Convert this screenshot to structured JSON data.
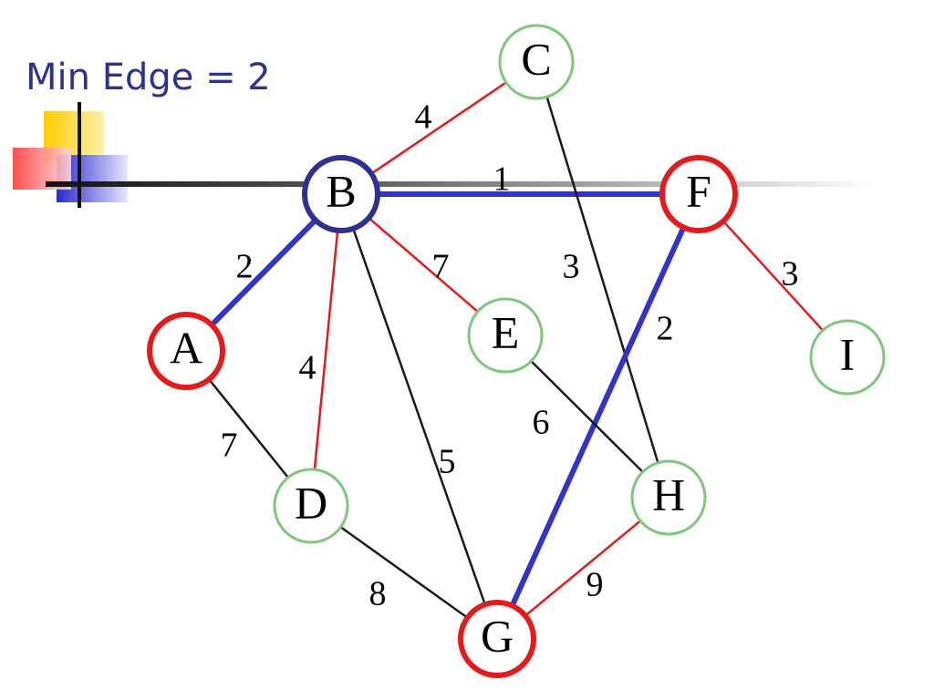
{
  "title": "Min Edge = 2",
  "colors": {
    "title": "#2e3192",
    "visited_node": "#e8191b",
    "current_node": "#2e3192",
    "unvisited_node": "#7dc87b",
    "tree_edge": "#3333cc",
    "candidate_edge": "#e8191b",
    "other_edge": "#1a1a1a"
  },
  "graph": {
    "nodes": [
      {
        "id": "A",
        "label": "A",
        "state": "visited"
      },
      {
        "id": "B",
        "label": "B",
        "state": "current"
      },
      {
        "id": "C",
        "label": "C",
        "state": "unvisited"
      },
      {
        "id": "D",
        "label": "D",
        "state": "unvisited"
      },
      {
        "id": "E",
        "label": "E",
        "state": "unvisited"
      },
      {
        "id": "F",
        "label": "F",
        "state": "visited"
      },
      {
        "id": "G",
        "label": "G",
        "state": "visited"
      },
      {
        "id": "H",
        "label": "H",
        "state": "unvisited"
      },
      {
        "id": "I",
        "label": "I",
        "state": "unvisited"
      }
    ],
    "edges": [
      {
        "from": "B",
        "to": "C",
        "weight": "4",
        "status": "candidate"
      },
      {
        "from": "B",
        "to": "F",
        "weight": "1",
        "status": "tree"
      },
      {
        "from": "C",
        "to": "H",
        "weight": "3",
        "status": "other"
      },
      {
        "from": "A",
        "to": "B",
        "weight": "2",
        "status": "tree"
      },
      {
        "from": "B",
        "to": "E",
        "weight": "7",
        "status": "candidate"
      },
      {
        "from": "F",
        "to": "I",
        "weight": "3",
        "status": "candidate"
      },
      {
        "from": "F",
        "to": "G",
        "weight": "2",
        "status": "tree"
      },
      {
        "from": "B",
        "to": "D",
        "weight": "4",
        "status": "candidate"
      },
      {
        "from": "E",
        "to": "H",
        "weight": "6",
        "status": "other"
      },
      {
        "from": "A",
        "to": "D",
        "weight": "7",
        "status": "other"
      },
      {
        "from": "B",
        "to": "G",
        "weight": "5",
        "status": "other"
      },
      {
        "from": "D",
        "to": "G",
        "weight": "8",
        "status": "other"
      },
      {
        "from": "G",
        "to": "H",
        "weight": "9",
        "status": "candidate"
      }
    ]
  }
}
